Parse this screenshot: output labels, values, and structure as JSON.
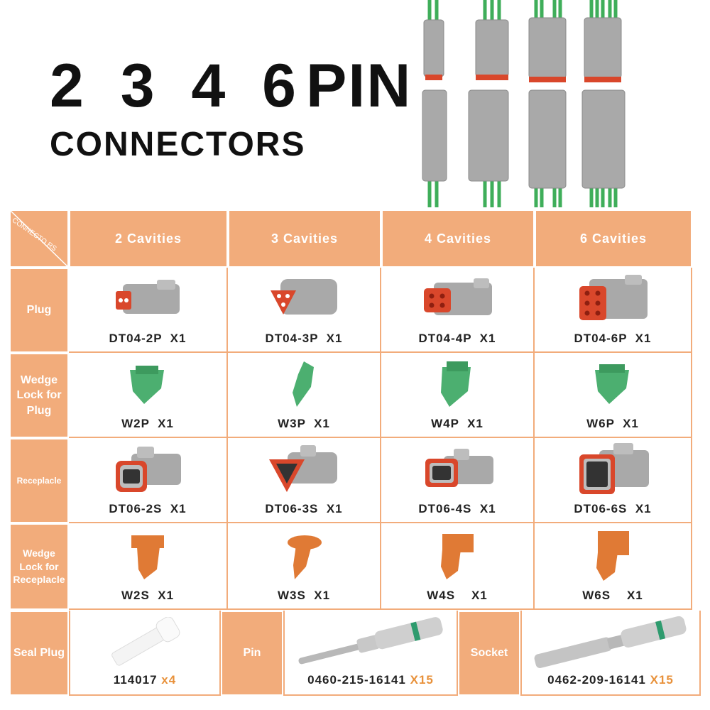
{
  "title": {
    "numbers": "2 3 4 6",
    "pin": "PIN",
    "subtitle": "CONNECTORS"
  },
  "corner_label": "CONNECTO RS",
  "columns": [
    "2 Cavities",
    "3 Cavities",
    "4 Cavities",
    "6 Cavities"
  ],
  "rows": [
    {
      "header": "Plug",
      "items": [
        "DT04-2P  X1",
        "DT04-3P  X1",
        "DT04-4P  X1",
        "DT04-6P  X1"
      ]
    },
    {
      "header": "Wedge Lock for Plug",
      "items": [
        "W2P  X1",
        "W3P  X1",
        "W4P  X1",
        "W6P  X1"
      ]
    },
    {
      "header": "Receplacle",
      "items": [
        "DT06-2S  X1",
        "DT06-3S  X1",
        "DT06-4S  X1",
        "DT06-6S  X1"
      ]
    },
    {
      "header": "Wedge Lock for Receplacle",
      "items": [
        "W2S  X1",
        "W3S  X1",
        "W4S    X1",
        "W6S    X1"
      ]
    }
  ],
  "bottom": {
    "seal": {
      "header": "Seal Plug",
      "part": "114017",
      "qty": "x4"
    },
    "pin": {
      "header": "Pin",
      "part": "0460-215-16141",
      "qty": "X15"
    },
    "socket": {
      "header": "Socket",
      "part": "0462-209-16141",
      "qty": "X15"
    }
  },
  "colors": {
    "accent": "#f2ac7b",
    "highlight": "#e8913a",
    "connector_grey": "#a9a9a9",
    "wedge_green": "#4caf70",
    "wedge_orange": "#e07a35",
    "seal_red": "#d9472b"
  }
}
